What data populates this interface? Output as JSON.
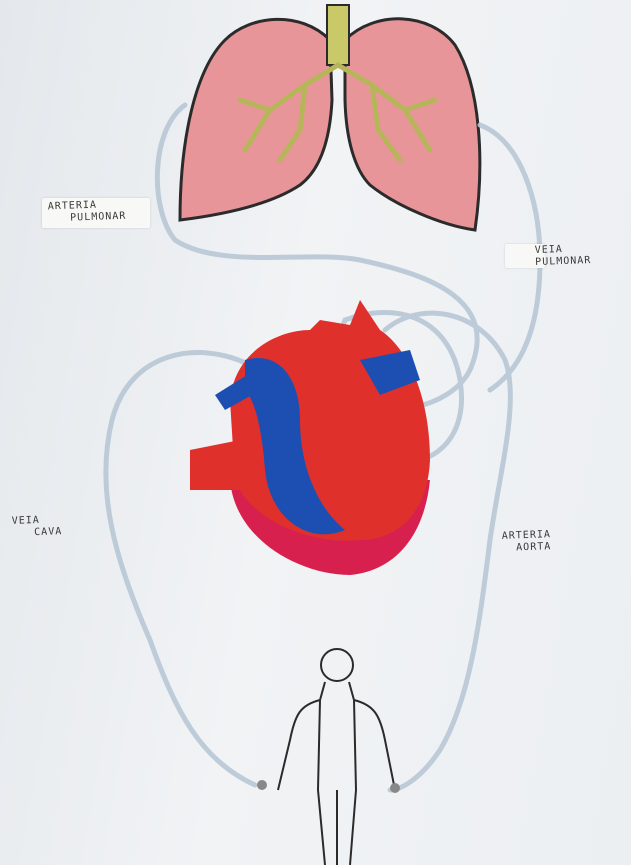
{
  "labels": {
    "arteria_pulmonar": {
      "line1": "ARTERIA",
      "line2": "PULMONAR"
    },
    "veia_pulmonar": {
      "line1": "VEIA",
      "line2": "PULMONAR"
    },
    "veia_cava": {
      "line1": "VEIA",
      "line2": "CAVA"
    },
    "arteria_aorta": {
      "line1": "ARTERIA",
      "line2": "AORTA"
    }
  },
  "colors": {
    "lung": "#e8959a",
    "bronchi": "#c9c96a",
    "heart_red": "#e0302c",
    "heart_blue": "#1d4fb3",
    "heart_pink": "#d8204f",
    "tube": "#b8c7d6"
  }
}
